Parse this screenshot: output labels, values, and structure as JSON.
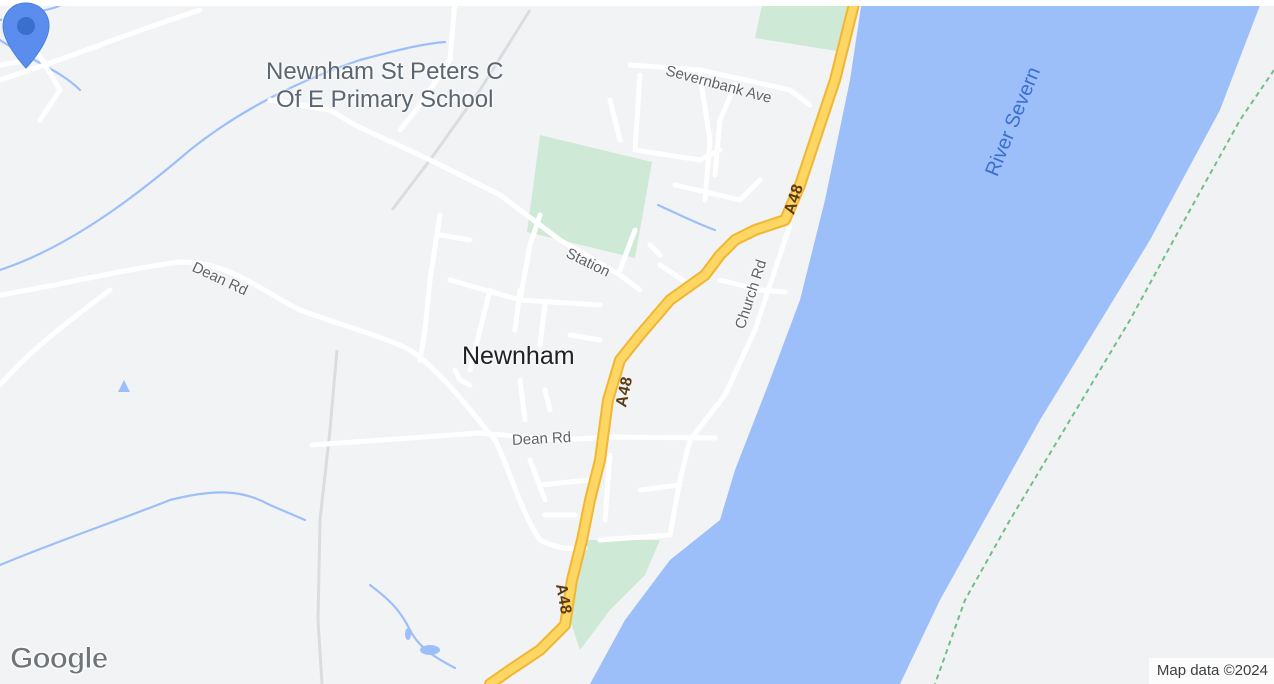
{
  "map": {
    "town_label": "Newnham",
    "poi": {
      "name_line1": "Newnham St Peters C",
      "name_line2": "Of E Primary School",
      "icon": "school-icon"
    },
    "streets": {
      "severnbank": "Severnbank Ave",
      "station": "Station",
      "dean_rd_west": "Dean Rd",
      "dean_rd_center": "Dean Rd",
      "church_rd": "Church Rd"
    },
    "road_shields": {
      "north": "A48",
      "center": "A48",
      "south": "A48"
    },
    "water": {
      "river_label": "River Severn"
    },
    "marker": {
      "icon": "location-pin-icon"
    },
    "colors": {
      "land": "#f2f3f5",
      "water": "#9dbff9",
      "park": "#ceead6",
      "highway": "#fdd663",
      "highway_edge": "#f1b632",
      "minor_road": "#ffffff",
      "stream": "#9dbff9",
      "marker": "#5b8def"
    }
  },
  "branding": {
    "logo_text": "Google",
    "attribution": "Map data ©2024"
  }
}
